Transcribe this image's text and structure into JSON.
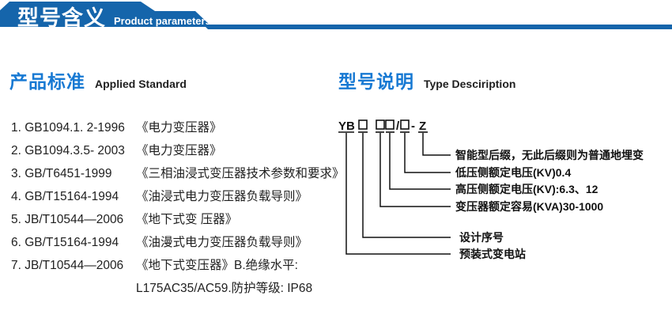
{
  "banner": {
    "title": "型号含义",
    "subtitle": "Product parameters",
    "bg_color": "#1565ab"
  },
  "colors": {
    "banner_blue": "#1565ab",
    "heading_blue": "#1779d3",
    "text_dark": "#1f1f1f",
    "diagram_black": "#111111"
  },
  "left_section": {
    "heading_cn": "产品标准",
    "heading_en": "Applied Standard",
    "standards": [
      {
        "code": "1. GB1094.1. 2-1996",
        "title": "《电力变压器》"
      },
      {
        "code": "2. GB1094.3.5- 2003",
        "title": "《电力变压器》"
      },
      {
        "code": "3. GB/T6451-1999",
        "title": "《三相油浸式变压器技术参数和要求》"
      },
      {
        "code": "4. GB/T15164-1994",
        "title": "《油浸式电力变压器负载导则》"
      },
      {
        "code": "5. JB/T10544—2006",
        "title": "《地下式变 压器》"
      },
      {
        "code": "6. GB/T15164-1994",
        "title": "《油漫式电力变压器负载导则》"
      },
      {
        "code": "7. JB/T10544—2006",
        "title": "《地下式变压器》B.绝缘水平:"
      },
      {
        "code": "",
        "title": "L175AC35/AC59.防护等级: IP68"
      }
    ]
  },
  "right_section": {
    "heading_cn": "型号说明",
    "heading_en": "Type Desciription",
    "model_code": {
      "prefix": "YB",
      "separator": "/",
      "dash": "-",
      "suffix": "Z"
    },
    "labels": [
      "智能型后缀，无此后缀则为普通地埋变",
      "低压侧额定电压(KV)0.4",
      "高压侧额定电压(KV):6.3、12",
      "变压器额定容易(KVA)30-1000",
      "设计序号",
      "预装式变电站"
    ]
  }
}
